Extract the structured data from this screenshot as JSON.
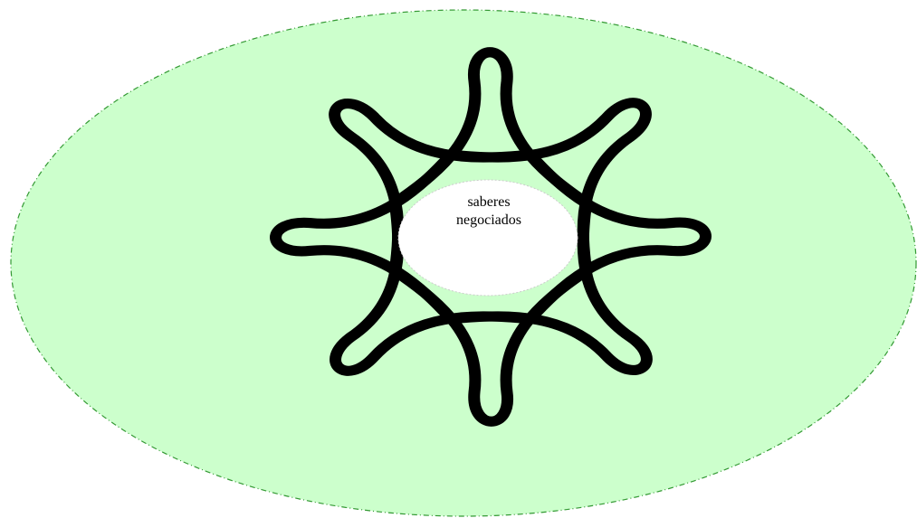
{
  "diagram": {
    "center_label": {
      "line1": "saberes",
      "line2": "negociados"
    },
    "colors": {
      "outer_fill": "#ccffcc",
      "outer_border": "#339933",
      "knot": "#000000",
      "center_fill": "#ffffff"
    },
    "knot_loop_count": 8
  }
}
